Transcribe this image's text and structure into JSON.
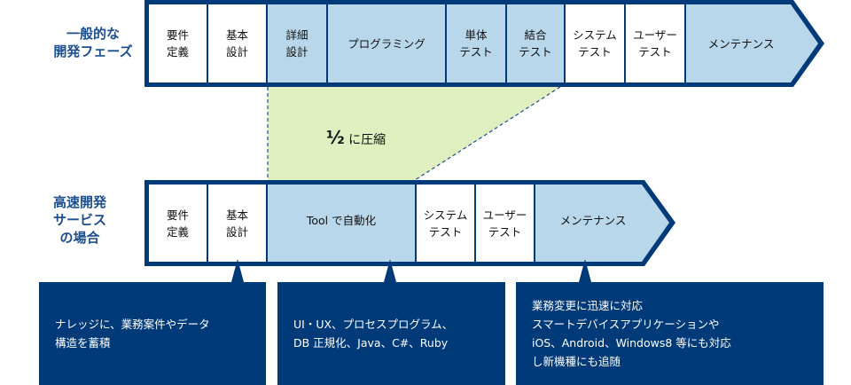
{
  "general": {
    "label": [
      "一般的な",
      "開発フェーズ"
    ],
    "phases": [
      "要件\n定義",
      "基本\n設計",
      "詳細\n設計",
      "プログラミング",
      "単体\nテスト",
      "結合\nテスト",
      "システム\nテスト",
      "ユーザー\nテスト",
      "メンテナンス"
    ]
  },
  "compression": {
    "fraction": "½",
    "text": "に圧縮"
  },
  "fast": {
    "label": [
      "高速開発",
      "サービス",
      "の場合"
    ],
    "phases": [
      "要件\n定義",
      "基本\n設計",
      "Tool で自動化",
      "システム\nテスト",
      "ユーザー\nテスト",
      "メンテナンス"
    ]
  },
  "callouts": [
    {
      "lines": [
        "ナレッジに、業務案件やデータ",
        "構造を蓄積"
      ]
    },
    {
      "lines": [
        "UI・UX、プロセスプログラム、",
        "DB 正規化、Java、C#、Ruby"
      ]
    },
    {
      "lines": [
        "業務変更に迅速に対応",
        "スマートデバイスアプリケーションや",
        "iOS、Android、Windows8 等にも対応",
        "し新機種にも追随"
      ]
    }
  ],
  "colors": {
    "navy": "#003a78",
    "light_blue": "#b9d7ea",
    "green": "#dfefbf",
    "label_blue": "#1d4e8f"
  }
}
